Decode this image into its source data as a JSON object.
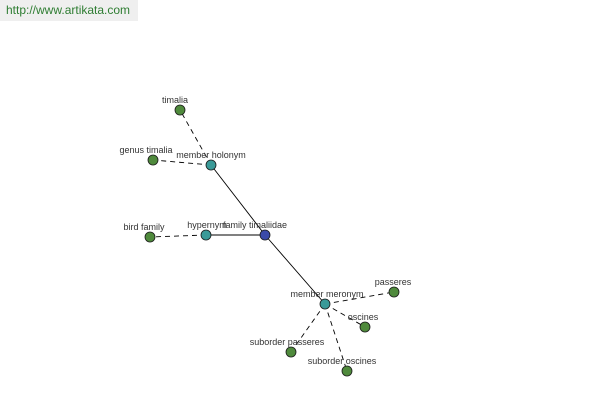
{
  "site_link": "http://www.artikata.com",
  "colors": {
    "leaf": "#4f8a3c",
    "relation": "#3a9a98",
    "center": "#3b4aa8",
    "edge": "#000000",
    "link": "#2e7d32"
  },
  "nodes": [
    {
      "id": "family-timaliidae",
      "label": "family timaliidae",
      "kind": "center"
    },
    {
      "id": "member-holonym",
      "label": "member holonym",
      "kind": "relation"
    },
    {
      "id": "hypernym",
      "label": "hypernym",
      "kind": "relation"
    },
    {
      "id": "member-meronym",
      "label": "member meronym",
      "kind": "relation"
    },
    {
      "id": "timalia",
      "label": "timalia",
      "kind": "leaf"
    },
    {
      "id": "genus-timalia",
      "label": "genus timalia",
      "kind": "leaf"
    },
    {
      "id": "bird-family",
      "label": "bird family",
      "kind": "leaf"
    },
    {
      "id": "passeres",
      "label": "passeres",
      "kind": "leaf"
    },
    {
      "id": "oscines",
      "label": "oscines",
      "kind": "leaf"
    },
    {
      "id": "suborder-passeres",
      "label": "suborder passeres",
      "kind": "leaf"
    },
    {
      "id": "suborder-oscines",
      "label": "suborder oscines",
      "kind": "leaf"
    }
  ],
  "edges": [
    {
      "from": "family-timaliidae",
      "to": "member-holonym",
      "style": "solid"
    },
    {
      "from": "family-timaliidae",
      "to": "hypernym",
      "style": "solid"
    },
    {
      "from": "family-timaliidae",
      "to": "member-meronym",
      "style": "solid"
    },
    {
      "from": "member-holonym",
      "to": "timalia",
      "style": "dashed"
    },
    {
      "from": "member-holonym",
      "to": "genus-timalia",
      "style": "dashed"
    },
    {
      "from": "hypernym",
      "to": "bird-family",
      "style": "dashed"
    },
    {
      "from": "member-meronym",
      "to": "passeres",
      "style": "dashed"
    },
    {
      "from": "member-meronym",
      "to": "oscines",
      "style": "dashed"
    },
    {
      "from": "member-meronym",
      "to": "suborder-passeres",
      "style": "dashed"
    },
    {
      "from": "member-meronym",
      "to": "suborder-oscines",
      "style": "dashed"
    }
  ]
}
